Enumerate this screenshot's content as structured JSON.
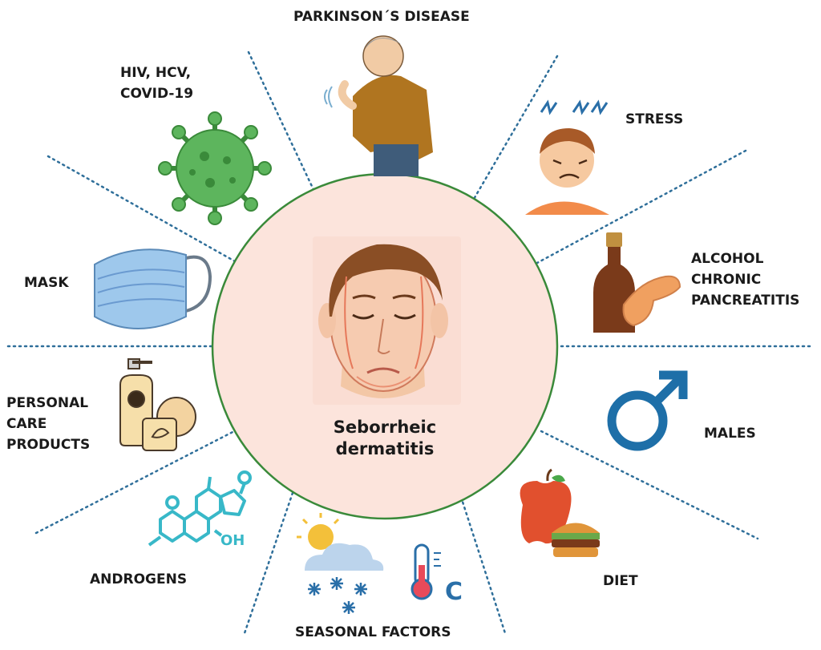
{
  "center": {
    "title": "Seborrheic\ndermatitis"
  },
  "factors": {
    "parkinsons": "PARKINSON´S DISEASE",
    "viruses": "HIV, HCV,\nCOVID-19",
    "stress": "STRESS",
    "alcohol": "ALCOHOL\nCHRONIC\nPANCREATITIS",
    "mask": "MASK",
    "males": "MALES",
    "personal_care": "PERSONAL\nCARE\nPRODUCTS",
    "androgens": "ANDROGENS",
    "diet": "DIET",
    "seasonal": "SEASONAL FACTORS"
  },
  "icon_text": {
    "hormone_oh": "OH",
    "celsius": "C"
  },
  "colors": {
    "circle_fill": "#fce4dc",
    "circle_stroke": "#3a8a3a",
    "dotted_line": "#2f6f9a",
    "virus": "#5db55d",
    "mask": "#9ec8ec",
    "hormone": "#38b8c8",
    "male_symbol": "#1e6fa8"
  }
}
